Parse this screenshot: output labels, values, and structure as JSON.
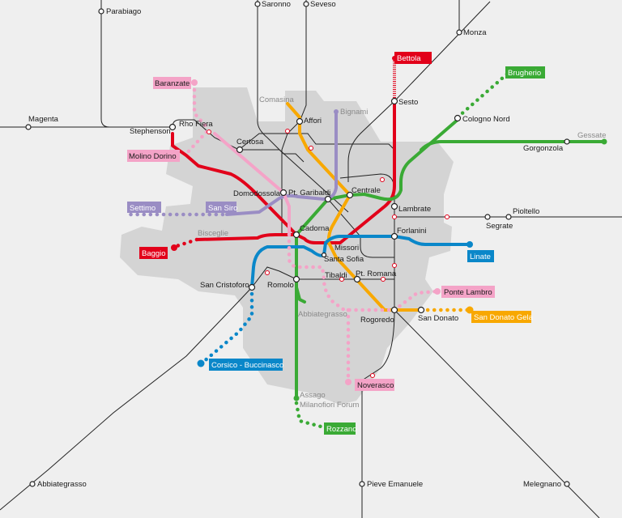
{
  "title": "Milan metro and rail network map",
  "colors": {
    "background": "#efefef",
    "city_area": "#d4d4d4",
    "rail": "#222222",
    "line_red": "#e2001a",
    "line_green": "#3aaa35",
    "line_yellow": "#f8a800",
    "line_blue": "#0a87c9",
    "line_lilac": "#9a8dc4",
    "line_pink": "#f4a3c7"
  },
  "rail_stations": {
    "parabiago": "Parabiago",
    "saronno": "Saronno",
    "seveso": "Seveso",
    "monza": "Monza",
    "magenta": "Magenta",
    "stephenson": "Stephenson",
    "rho_fiera": "Rho Fiera",
    "certosa": "Certosa",
    "affori": "Affori",
    "sesto": "Sesto",
    "cologno_nord": "Cologno Nord",
    "gorgonzola": "Gorgonzola",
    "domodossola": "Domodossola",
    "garibaldi": "Pt. Garibaldi",
    "centrale": "Centrale",
    "lambrate": "Lambrate",
    "segrate": "Segrate",
    "pioltello": "Pioltello",
    "cadorna": "Cadorna",
    "forlanini": "Forlanini",
    "missori": "Missori",
    "santa_sofia": "Santa Sofia",
    "san_cristoforo": "San Cristoforo",
    "romolo": "Romolo",
    "tibaldi": "Tibaldi",
    "romana": "Pt. Romana",
    "rogoredo": "Rogoredo",
    "san_donato": "San Donato",
    "abbiategrasso_rail": "Abbiategrasso",
    "pieve": "Pieve Emanuele",
    "melegnano": "Melegnano"
  },
  "terminus_labels": {
    "comasina": "Comasina",
    "bignami": "Bignami",
    "gessate": "Gessate",
    "bisceglie": "Bisceglie",
    "abbiategrasso": "Abbiategrasso",
    "assago": "Assago",
    "milanofiori": "Milanofiori Forum"
  },
  "extension_labels": {
    "bettola": "Bettola",
    "baranzate": "Baranzate",
    "brugherio": "Brugherio",
    "molino_dorino": "Molino Dorino",
    "settimo": "Settimo",
    "san_siro": "San Siro",
    "baggio": "Baggio",
    "linate": "Linate",
    "ponte_lambro": "Ponte Lambro",
    "san_donato_gela": "San Donato Gela",
    "corsico": "Corsico - Buccinasco",
    "noverasco": "Noverasco",
    "rozzano": "Rozzano"
  }
}
